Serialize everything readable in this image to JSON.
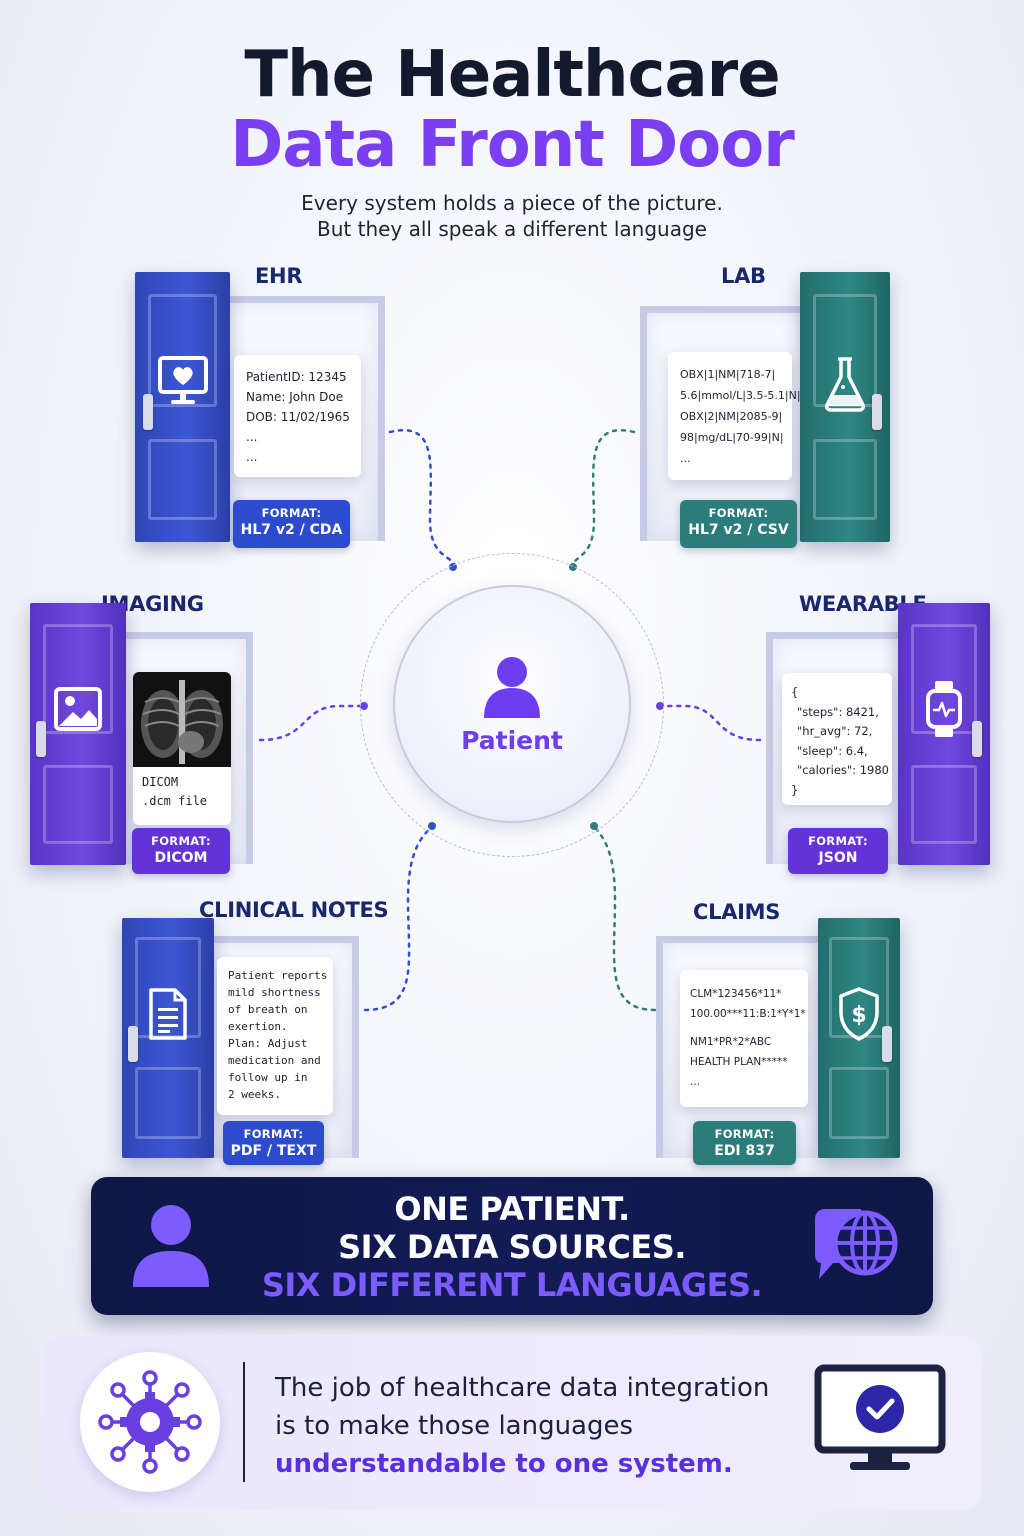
{
  "title": {
    "line1": "The Healthcare",
    "line2": "Data Front Door"
  },
  "subtitle": {
    "line1": "Every system holds a piece of the picture.",
    "line2": "But they all speak a different language"
  },
  "hub": {
    "label": "Patient",
    "icon": "patient-person-icon"
  },
  "sources": {
    "ehr": {
      "label": "EHR",
      "icon": "monitor-heart-icon",
      "card_lines": [
        "PatientID: 12345",
        "Name: John Doe",
        "DOB: 11/02/1965",
        "...",
        "..."
      ],
      "format_label": "FORMAT:",
      "format_value": "HL7 v2 / CDA",
      "color": "#2d4ccd"
    },
    "lab": {
      "label": "LAB",
      "icon": "flask-icon",
      "card_lines": [
        "OBX|1|NM|718-7|",
        "5.6|mmol/L|3.5-5.1|N|",
        "OBX|2|NM|2085-9|",
        "98|mg/dL|70-99|N|",
        "..."
      ],
      "format_label": "FORMAT:",
      "format_value": "HL7 v2 / CSV",
      "color": "#2b7d7b"
    },
    "imaging": {
      "label": "IMAGING",
      "icon": "image-icon",
      "card_lines": [
        "DICOM",
        ".dcm file"
      ],
      "format_label": "FORMAT:",
      "format_value": "DICOM",
      "color": "#6433d8"
    },
    "wearable": {
      "label": "WEARABLE",
      "icon": "smartwatch-icon",
      "card_lines": [
        "{",
        "\"steps\": 8421,",
        "\"hr_avg\": 72,",
        "\"sleep\": 6.4,",
        "\"calories\": 1980",
        "}"
      ],
      "format_label": "FORMAT:",
      "format_value": "JSON",
      "color": "#6433d8"
    },
    "clinical_notes": {
      "label": "CLINICAL NOTES",
      "icon": "document-icon",
      "card_lines": [
        "Patient reports",
        "mild shortness",
        "of breath on",
        "exertion.",
        "Plan: Adjust",
        "medication and",
        "follow up in",
        "2 weeks."
      ],
      "format_label": "FORMAT:",
      "format_value": "PDF / TEXT",
      "color": "#2d4ccd"
    },
    "claims": {
      "label": "CLAIMS",
      "icon": "shield-dollar-icon",
      "card_lines": [
        "CLM*123456*11*",
        "100.00***11:B:1*Y*1*",
        "NM1*PR*2*ABC",
        "HEALTH PLAN*****",
        "..."
      ],
      "format_label": "FORMAT:",
      "format_value": "EDI 837",
      "color": "#2b7d7b"
    }
  },
  "banner": {
    "line1": "ONE PATIENT.",
    "line2": "SIX DATA SOURCES.",
    "line3": "SIX DIFFERENT LANGUAGES.",
    "left_icon": "person-icon",
    "right_icon": "globe-chat-icon"
  },
  "bottom": {
    "line1": "The job of healthcare data integration",
    "line2": "is to make those languages",
    "line3": "understandable to one system.",
    "left_icon": "gear-network-icon",
    "right_icon": "monitor-check-icon"
  }
}
